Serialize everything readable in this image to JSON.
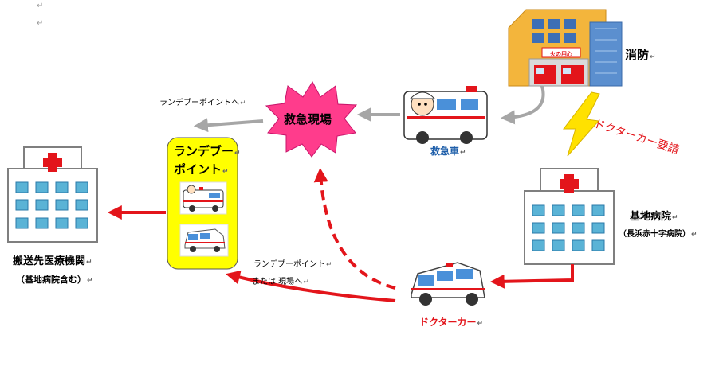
{
  "paragraph_marks": [
    "↵",
    "↵"
  ],
  "nodes": {
    "fire_station": {
      "label": "消防",
      "sign": "火の用心"
    },
    "ambulance": {
      "label": "救急車"
    },
    "emergency_scene": {
      "label": "救急現場"
    },
    "rendezvous_point": {
      "label_line1": "ランデブー",
      "label_line2": "ポイント"
    },
    "receiving_hospital": {
      "label": "搬送先医療機関",
      "sublabel": "（基地病院含む）"
    },
    "base_hospital": {
      "label": "基地病院",
      "sublabel": "（長浜赤十字病院）"
    },
    "doctor_car": {
      "label": "ドクターカー"
    }
  },
  "edges": {
    "to_rendezvous": "ランデブーポイントへ",
    "doctor_car_request": "ドクターカー要請",
    "to_rendezvous_or_scene_1": "ランデブーポイント",
    "to_rendezvous_or_scene_2": "または 現場へ"
  },
  "colors": {
    "red_arrow": "#e3151b",
    "gray_arrow": "#a6a6a6",
    "rendezvous_fill": "#ffff00",
    "burst_fill": "#ff3c8c",
    "blue_label": "#1f5faa",
    "red_label": "#e3151b"
  }
}
